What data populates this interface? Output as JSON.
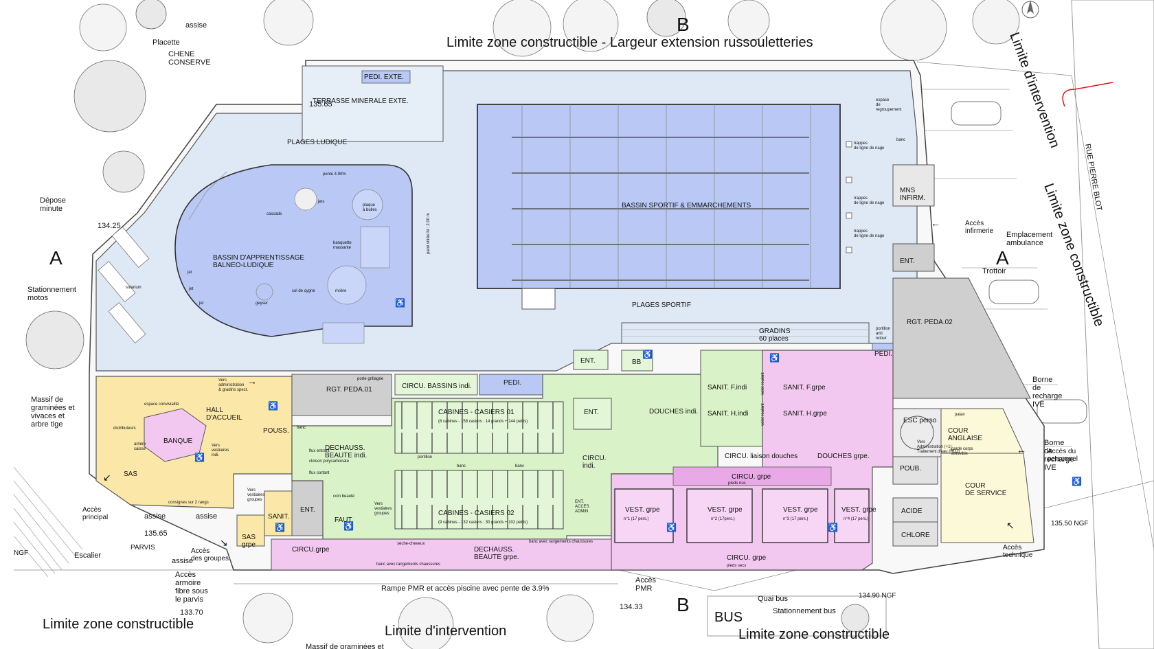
{
  "colors": {
    "pool": "#b9c8f4",
    "plage": "#dfe9f5",
    "green_zone": "#d9f2c8",
    "yellow_zone": "#fbe8a8",
    "pink_zone": "#f3c8f0",
    "pale_yellow": "#fbf9d8",
    "grey_room": "#cfcfcf",
    "lane": "#555555",
    "landscape": "#ffffff"
  },
  "sections": {
    "a_left": "A",
    "a_right": "A",
    "b_top": "B",
    "b_bottom": "B"
  },
  "outdoor": {
    "placette": "Placette",
    "chene": "CHENE\nCONSERVE",
    "depose": "Dépose\nminute",
    "stat_motos": "Stationnement\nmotos",
    "massif_left": "Massif de\ngraminées et\nvivaces et\narbre tige",
    "acces_principal": "Accès\nprincipal",
    "parvis": "PARVIS",
    "escalier": "Escalier",
    "armoire": "Accès\narmoire\nfibre sous\nle parvis",
    "acces_groupes": "Accès\ndes groupes",
    "assise1": "assise",
    "assise2": "assise",
    "assise3": "assise",
    "assise_top": "assise",
    "rampe": "Rampe PMR et accès piscine avec pente de 3.9%",
    "acces_pmr": "Accès\nPMR",
    "quai_bus": "Quai  bus",
    "stat_bus": "Stationnement bus",
    "bus_sign": "BUS",
    "massif_bottom": "Massif de graminées et\nvivaces et arbres tiges",
    "rue": "RUE PIERRE BLOT",
    "trottoir": "Trottoir",
    "ambulance": "Emplacement\nambulance",
    "borne1": "Borne\nde\nrecharge\nIVE",
    "borne2": "Borne\nde\nrecharge\nIVE",
    "acces_infirmerie": "Accès\ninfirmerie",
    "acces_personnel": "Accès du\npersonnel",
    "acces_technique": "Accès\ntechnique",
    "limite_top": "Limite zone constructible - Largeur extension russouletteries",
    "limite_right": "Limite zone constructible",
    "limite_intervention": "Limite d'intervention",
    "limite_bottom_left": "Limite zone constructible",
    "limite_bottom_mid": "Limite d'intervention",
    "limite_bottom_right": "Limite zone constructible"
  },
  "levels": {
    "l1": "135.65",
    "l2": "134.25",
    "l3": "135.65",
    "l4": "133.70",
    "l5": "134.33",
    "l6": "134.90 NGF",
    "l7": "135.50 NGF",
    "l8": "NGF"
  },
  "pool_area": {
    "pedi_exte": "PEDI. EXTE.",
    "terrasse": "TERRASSE MINERALE EXTE.",
    "plages_ludique": "PLAGES LUDIQUE",
    "bassin_ludique": "BASSIN D'APPRENTISSAGE\nBALNEO-LUDIQUE",
    "solarium": "solarium",
    "cascade": "cascade",
    "jets": "jets",
    "plaque": "plaque\nà bulles",
    "banquette": "banquette\nmassante",
    "col_cygne": "col de cygne",
    "riviere": "rivière",
    "geyser": "geyser",
    "jet1": "jet",
    "jet2": "jet",
    "jet3": "jet",
    "pente": "pente 4.90%",
    "paroi": "paroi vitrée ht : 2.00 m",
    "bassin_sportif": "BASSIN SPORTIF & EMMARCHEMENTS",
    "plages_sportif": "PLAGES SPORTIF",
    "espace_regroupement": "espace\nde\nregroupement",
    "trappes1": "trappes\nde ligne de nage",
    "trappes2": "trappes\nde ligne de nage",
    "trappes3": "trappes\nde ligne de nage",
    "banc_top": "banc",
    "gradins": "GRADINS\n60 places",
    "portillon": "portillon\nanti\nretour",
    "porte_grillagee": "porte grillagée"
  },
  "rooms": {
    "mns": "MNS\nINFIRM.",
    "ent_right": "ENT.",
    "rgt_peda02": "RGT. PEDA.02",
    "pedi_right": "PEDI.",
    "hall": "HALL\nD'ACCUEIL",
    "banque": "BANQUE",
    "sas": "SAS",
    "pouss": "POUSS.",
    "rgt_peda01": "RGT. PEDA.01",
    "circu_bassins": "CIRCU. BASSINS indi.",
    "pedi_mid": "PEDI.",
    "dechauss_indi": "DECHAUSS.\nBEAUTE indi.",
    "cabines01": "CABINES - CASIERS 01",
    "cabines01_sub": "(8 cabines - 158 casiers : 14 grands + 144 petits)",
    "cabines02": "CABINES - CASIERS 02",
    "cabines02_sub": "(9 cabines - 132 casiers : 30 grands + 102 petits)",
    "ent_mid": "ENT.",
    "ent_top": "ENT.",
    "bb": "BB",
    "douches_indi": "DOUCHES indi.",
    "sanit_f_indi": "SANIT. F.indi",
    "sanit_h_indi": "SANIT. H.indi",
    "sanit_f_grpe": "SANIT. F.grpe",
    "sanit_h_grpe": "SANIT. H.grpe",
    "circu_indi": "CIRCU.\nindi.",
    "circu_liaison": "CIRCU. liaison douches",
    "douches_grpe": "DOUCHES grpe.",
    "circu_grpe_top": "CIRCU. grpe",
    "vest1": "VEST. grpe",
    "vest2": "VEST. grpe",
    "vest3": "VEST. grpe",
    "vest4": "VEST. grpe",
    "vest1_sub": "n°1 (17 pers.)",
    "vest2_sub": "n°2 (17pers.)",
    "vest3_sub": "n°3 (17 pers.)",
    "vest4_sub": "n°4 (17 pers.)",
    "circu_grpe_bottom": "CIRCU. grpe",
    "circu_grpe_left": "CIRCU.grpe",
    "dechauss_grpe": "DECHAUSS.\nBEAUTE grpe.",
    "ent_left": "ENT.",
    "sanit": "SANIT.",
    "faut": "FAUT.",
    "sas_grpe": "SAS\ngrpe",
    "ent_acces_admin": "ENT.\nACCES\nADMIN",
    "esc_perso": "ESC perso",
    "cour_anglaise": "COUR\nANGLAISE",
    "poub": "POUB.",
    "cour_service": "COUR\nDE SERVICE",
    "acide": "ACIDE",
    "chlore": "CHLORE"
  },
  "notes": {
    "vers_admin": "Vers\nadministration\n& gradins spect.",
    "espace_conv": "espace convivialité",
    "distributeurs": "distributeurs",
    "arriere_caisse": "arrière\ncaisse",
    "vers_vestiaires_indi": "Vers\nvestiaires\nindi.",
    "vers_vestiaires_grpe": "Vers\nvestiaires\ngroupes",
    "vers_vestiaires_grpe2": "Vers\nvestiaires\ngroupes",
    "consignes": "consignes sur 2 rangs",
    "flux_entrant": "flux entrant",
    "flux_sortant": "flux sortant",
    "cloison": "cloison polycarbonate",
    "coin_beaute": "coin beauté",
    "banc1": "banc",
    "banc2": "banc",
    "banc3": "banc",
    "banc_rangements": "banc avec rangements chaussures",
    "banc_rangements2": "banc avec rangements chaussures",
    "seche_cheveux": "sèche-cheveux",
    "portillon": "portillon",
    "pieds_nus": "pieds nus",
    "pieds_secs": "pieds secs",
    "vers_admin_right": "Vers\nAdministration (+1)\nTraitement d'eau (RDJ)",
    "palan": "palan",
    "garde_corps": "garde corps\namovible",
    "volet1": "volet roulant",
    "volet2": "volet roulant"
  }
}
